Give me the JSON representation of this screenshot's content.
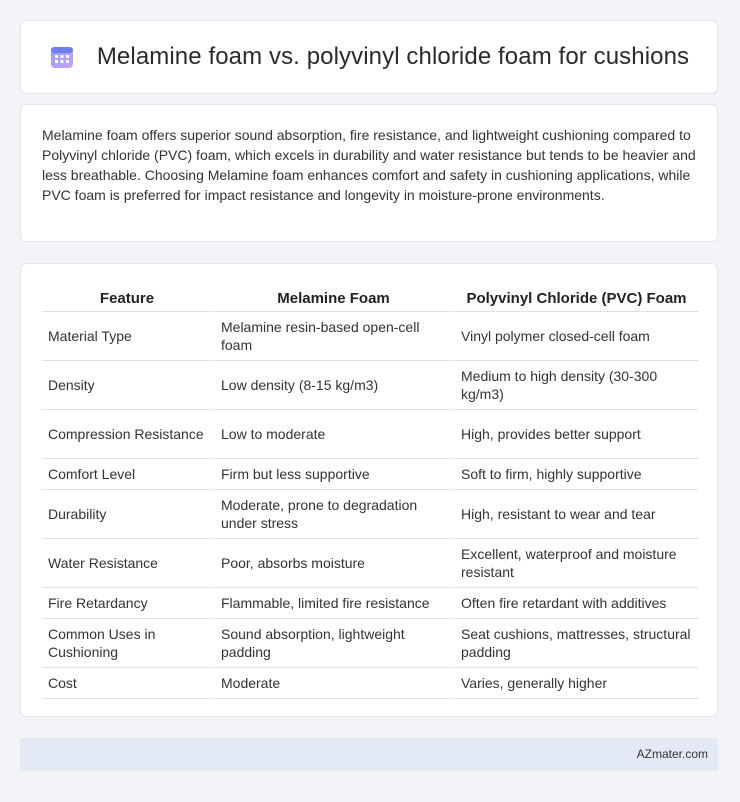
{
  "header": {
    "title": "Melamine foam vs. polyvinyl chloride foam for cushions",
    "icon": "calendar-grid-icon"
  },
  "summary": {
    "text": "Melamine foam offers superior sound absorption, fire resistance, and lightweight cushioning compared to Polyvinyl chloride (PVC) foam, which excels in durability and water resistance but tends to be heavier and less breathable. Choosing Melamine foam enhances comfort and safety in cushioning applications, while PVC foam is preferred for impact resistance and longevity in moisture-prone environments."
  },
  "table": {
    "headers": [
      "Feature",
      "Melamine Foam",
      "Polyvinyl Chloride (PVC) Foam"
    ],
    "rows": [
      [
        "Material Type",
        "Melamine resin-based open-cell foam",
        "Vinyl polymer closed-cell foam"
      ],
      [
        "Density",
        "Low density (8-15 kg/m3)",
        "Medium to high density (30-300 kg/m3)"
      ],
      [
        "Compression Resistance",
        "Low to moderate",
        "High, provides better support"
      ],
      [
        "Comfort Level",
        "Firm but less supportive",
        "Soft to firm, highly supportive"
      ],
      [
        "Durability",
        "Moderate, prone to degradation under stress",
        "High, resistant to wear and tear"
      ],
      [
        "Water Resistance",
        "Poor, absorbs moisture",
        "Excellent, waterproof and moisture resistant"
      ],
      [
        "Fire Retardancy",
        "Flammable, limited fire resistance",
        "Often fire retardant with additives"
      ],
      [
        "Common Uses in Cushioning",
        "Sound absorption, lightweight padding",
        "Seat cushions, mattresses, structural padding"
      ],
      [
        "Cost",
        "Moderate",
        "Varies, generally higher"
      ]
    ]
  },
  "footer": {
    "brand": "AZmater.com"
  },
  "colors": {
    "page_bg": "#f2f4f8",
    "footer_bg": "#e3e9f5",
    "icon_accent": "#7b8cff"
  }
}
